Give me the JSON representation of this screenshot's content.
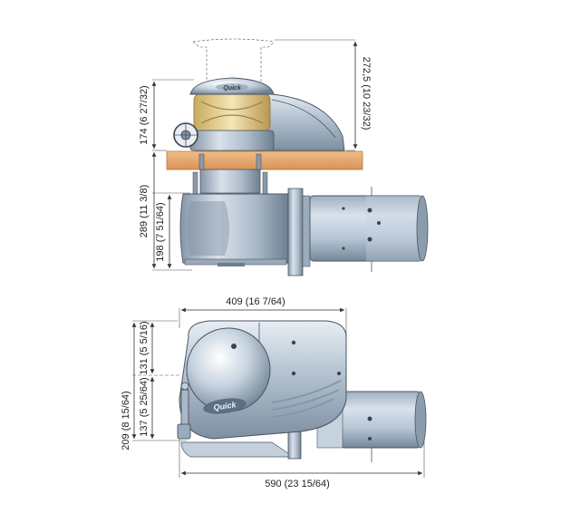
{
  "side_view": {
    "dimensions": {
      "drum_height": "272,5 (10 23/32)",
      "deck_height": "174 (6 27/32)",
      "below_deck_total": "289 (11 3/8)",
      "gearbox_height": "198 (7 51/64)"
    },
    "brand": "Quick"
  },
  "top_view": {
    "dimensions": {
      "overall_width": "409 (16 7/64)",
      "upper_half": "131 (5 5/16)",
      "lower_half": "137 (5 25/64)",
      "total_depth": "209 (8 15/64)",
      "overall_length": "590 (23 15/64)"
    },
    "brand": "Quick"
  },
  "colors": {
    "body": "#b7c6d6",
    "body_dark": "#6f8193",
    "deck": "#e3a872",
    "gypsy": "#e8d49a",
    "motor": "#bccbd9"
  }
}
